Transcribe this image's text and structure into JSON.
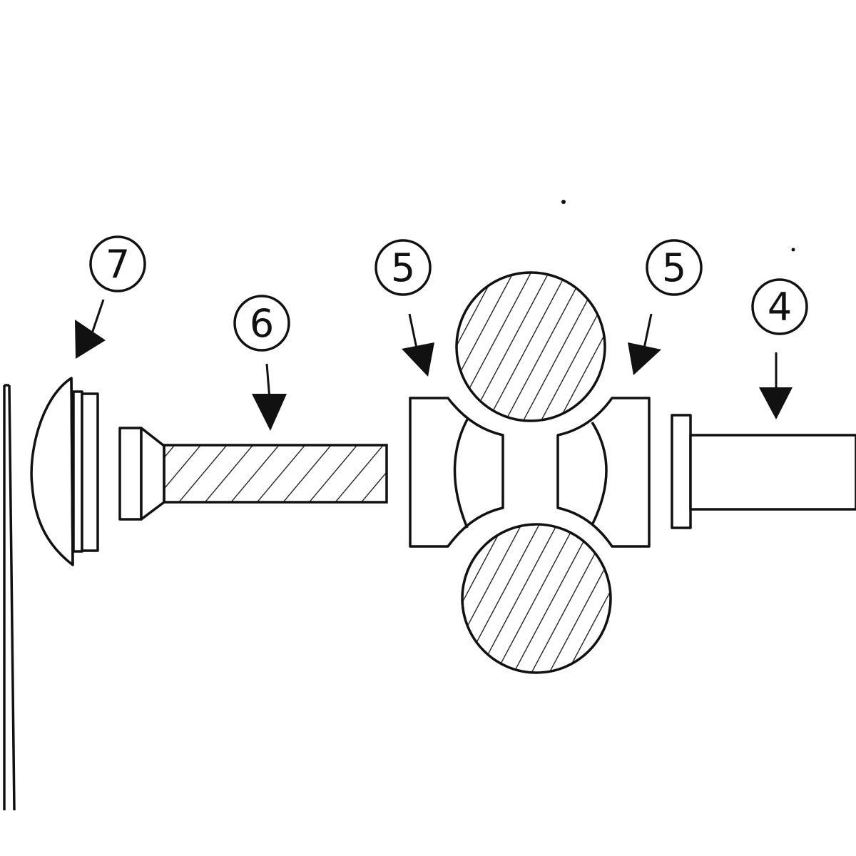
{
  "callouts": [
    {
      "id": "7",
      "label": "7"
    },
    {
      "id": "6",
      "label": "6"
    },
    {
      "id": "5a",
      "label": "5"
    },
    {
      "id": "5b",
      "label": "5"
    },
    {
      "id": "4",
      "label": "4"
    }
  ],
  "colors": {
    "ink": "#111111",
    "background": "#ffffff"
  }
}
